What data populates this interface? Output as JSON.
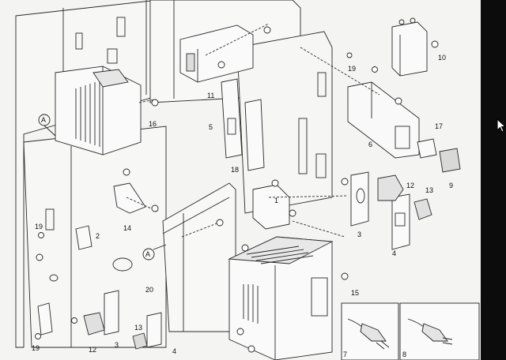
{
  "callouts": {
    "c1": "1",
    "c2": "2",
    "c3a": "3",
    "c3b": "3",
    "c4a": "4",
    "c4b": "4",
    "c5": "5",
    "c6": "6",
    "c7": "7",
    "c8": "8",
    "c9": "9",
    "c10": "10",
    "c11": "11",
    "c12a": "12",
    "c12b": "12",
    "c13a": "13",
    "c13b": "13",
    "c14": "14",
    "c15": "15",
    "c16": "16",
    "c17": "17",
    "c18": "18",
    "c19a": "19",
    "c19b": "19",
    "c19c": "19",
    "c20": "20",
    "cAa": "A",
    "cAb": "A"
  },
  "icons": {
    "cursor": "mouse-pointer-icon",
    "power_plug_eu": "power-plug-eu-icon",
    "power_plug_us": "power-plug-us-icon"
  },
  "colors": {
    "paper": "#f4f4f2",
    "ink": "#2a2a2a",
    "bezel": "#0c0c0c"
  }
}
